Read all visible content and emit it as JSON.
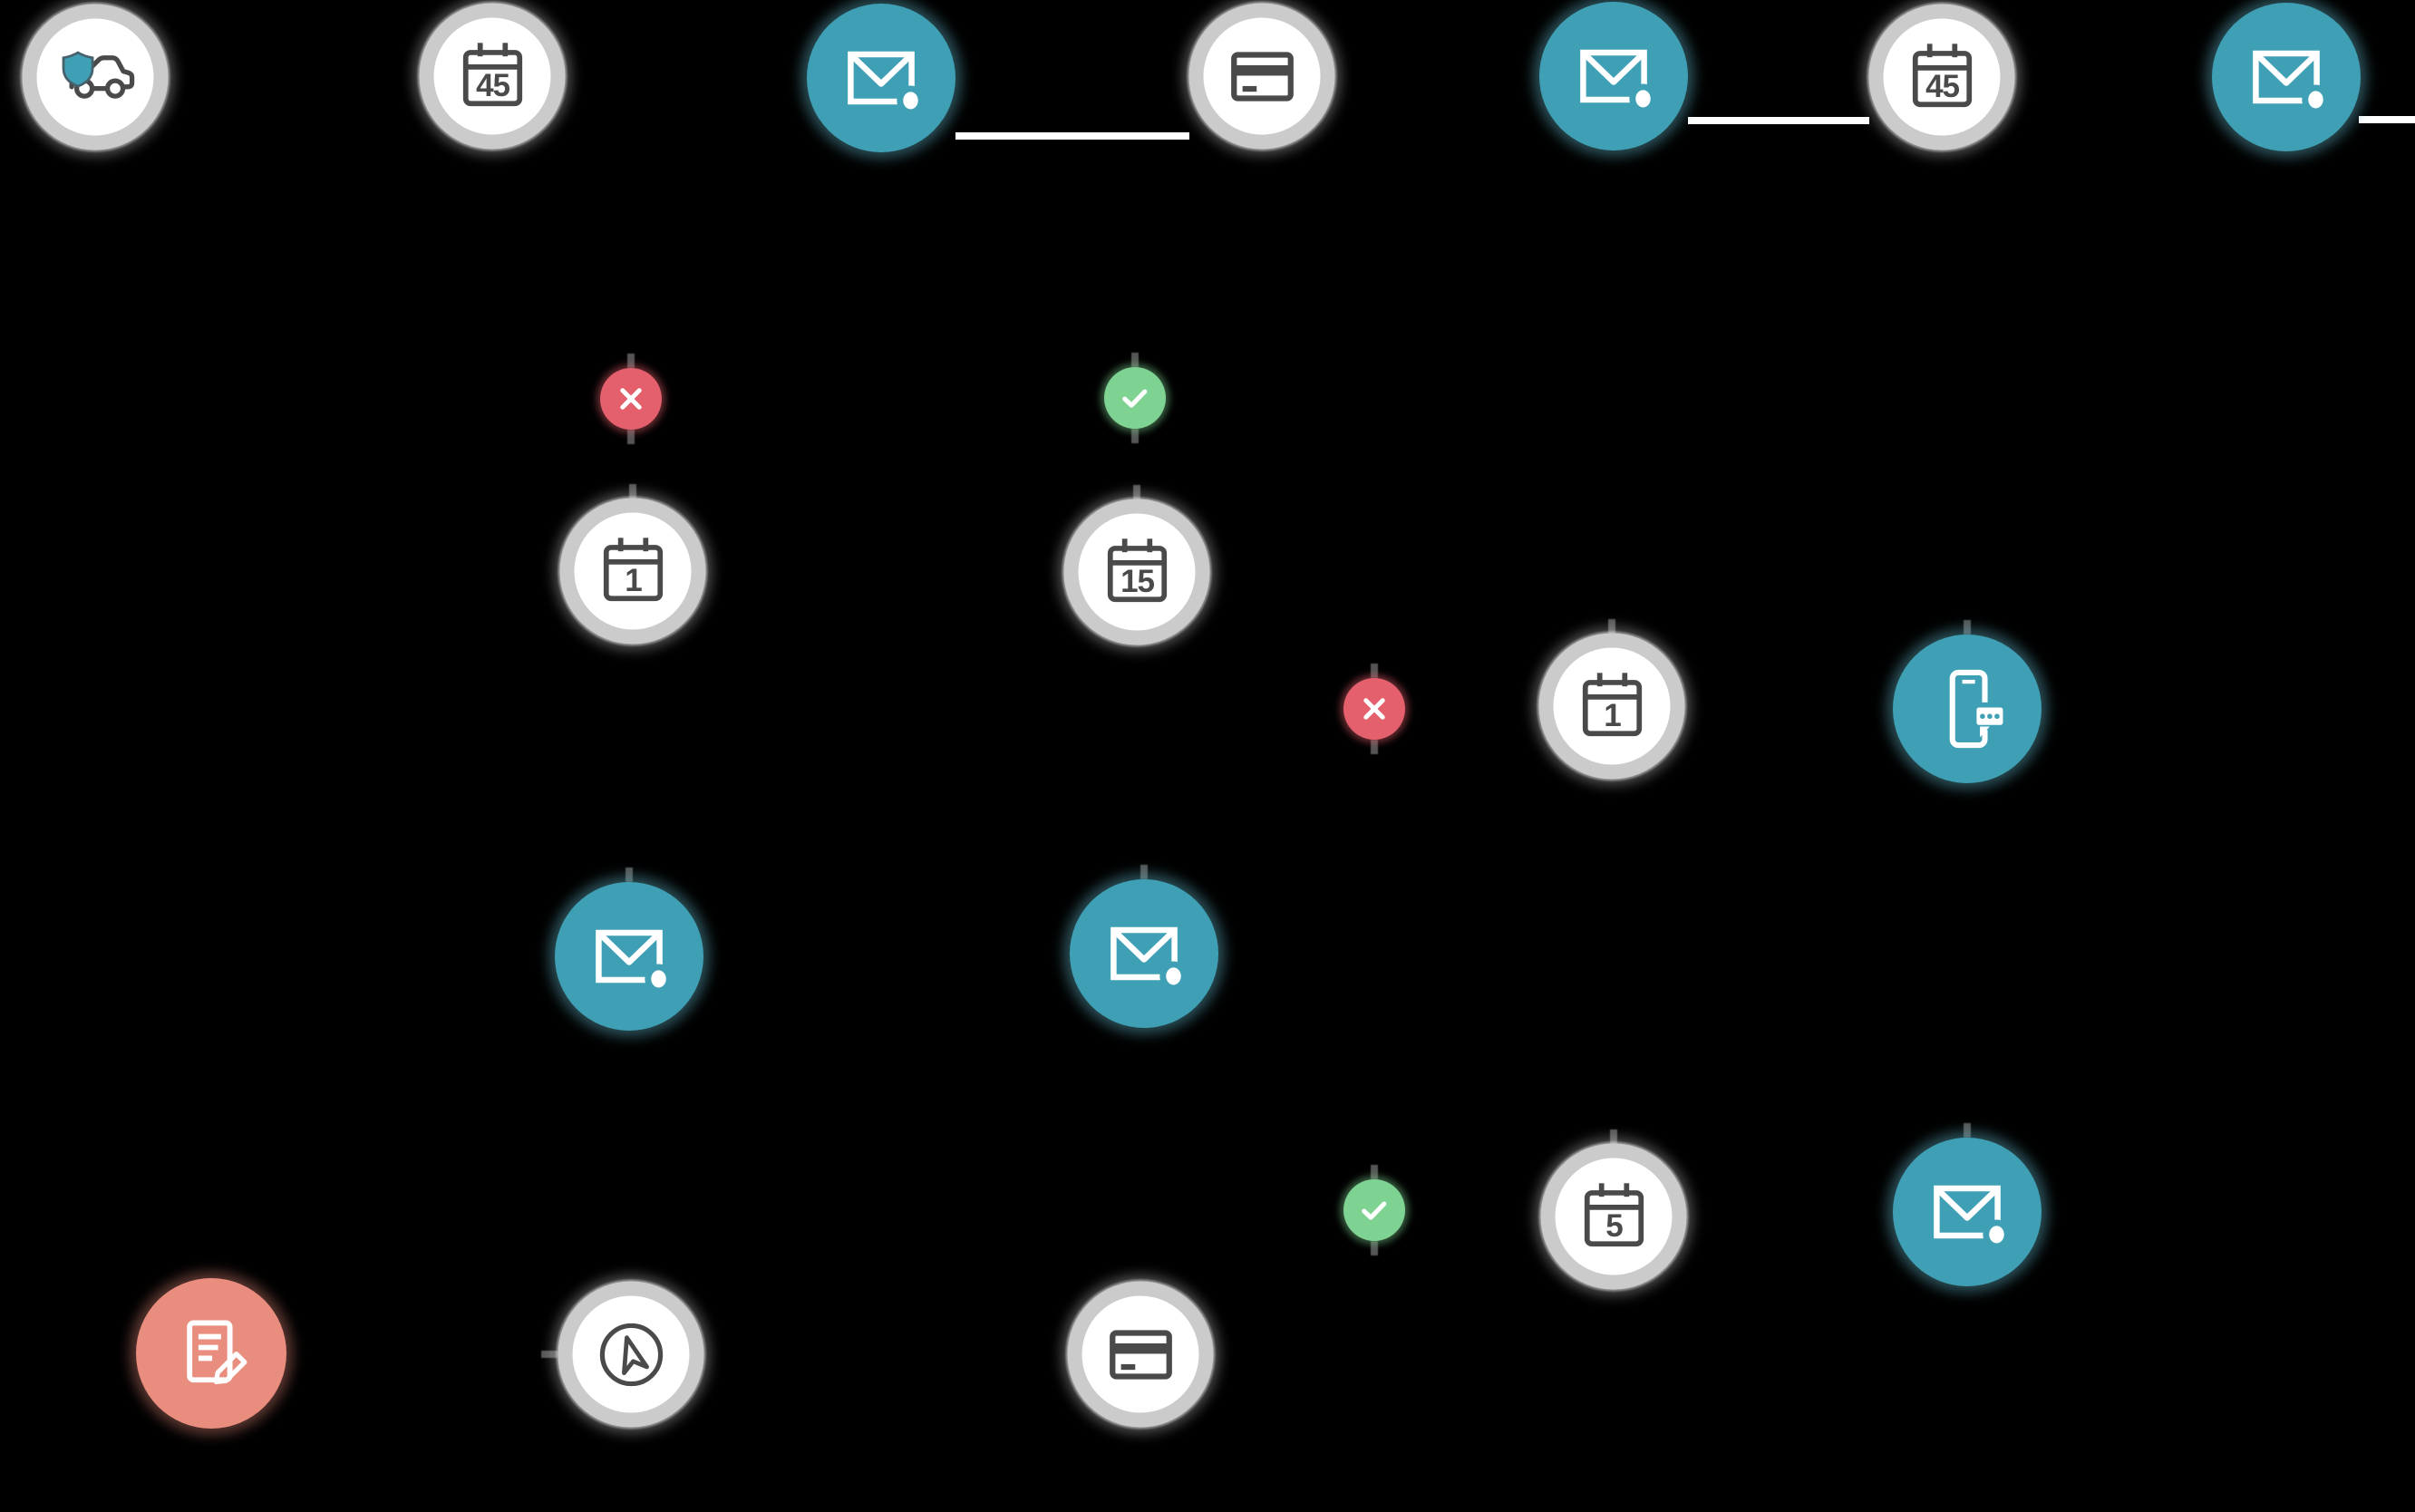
{
  "diagram": {
    "kind": "marketing-automation-workflow",
    "background": "#000000"
  },
  "palette": {
    "teal": "#3FA0B5",
    "ring_gray": "#CBCBCB",
    "node_white": "#FFFFFF",
    "icon_dark": "#4A4A4A",
    "badge_red": "#E4606C",
    "badge_green": "#7FD392",
    "salmon": "#E98D7E",
    "connector_white": "#FFFFFF"
  },
  "nodes": [
    {
      "id": "car-insurance",
      "type": "step-white",
      "icon": "car-shield-icon"
    },
    {
      "id": "wait-45-days-a",
      "type": "step-white",
      "icon": "calendar-icon",
      "label": "45"
    },
    {
      "id": "email-a",
      "type": "step-teal",
      "icon": "email-icon"
    },
    {
      "id": "card-payment-a",
      "type": "step-white",
      "icon": "credit-card-icon"
    },
    {
      "id": "email-b",
      "type": "step-teal",
      "icon": "email-icon"
    },
    {
      "id": "wait-45-days-b",
      "type": "step-white",
      "icon": "calendar-icon",
      "label": "45"
    },
    {
      "id": "email-c",
      "type": "step-teal",
      "icon": "email-icon"
    },
    {
      "id": "fail-a",
      "type": "badge-red",
      "icon": "x-icon"
    },
    {
      "id": "day-1-a",
      "type": "step-white",
      "icon": "calendar-icon",
      "label": "1"
    },
    {
      "id": "success-a",
      "type": "badge-green",
      "icon": "check-icon"
    },
    {
      "id": "day-15",
      "type": "step-white",
      "icon": "calendar-icon",
      "label": "15"
    },
    {
      "id": "fail-b",
      "type": "badge-red",
      "icon": "x-icon"
    },
    {
      "id": "day-1-b",
      "type": "step-white",
      "icon": "calendar-icon",
      "label": "1"
    },
    {
      "id": "sms-message",
      "type": "step-teal",
      "icon": "sms-icon"
    },
    {
      "id": "email-d",
      "type": "step-teal",
      "icon": "email-icon"
    },
    {
      "id": "email-e",
      "type": "step-teal",
      "icon": "email-icon"
    },
    {
      "id": "success-b",
      "type": "badge-green",
      "icon": "check-icon"
    },
    {
      "id": "day-5",
      "type": "step-white",
      "icon": "calendar-icon",
      "label": "5"
    },
    {
      "id": "email-f",
      "type": "step-teal",
      "icon": "email-icon"
    },
    {
      "id": "edit-form",
      "type": "step-salmon",
      "icon": "document-edit-icon"
    },
    {
      "id": "send",
      "type": "step-white",
      "icon": "send-icon"
    },
    {
      "id": "card-payment-b",
      "type": "step-white",
      "icon": "credit-card-icon"
    }
  ],
  "connectors": [
    {
      "from": "email-a",
      "to": "card-payment-a",
      "style": "white-line"
    },
    {
      "from": "email-b",
      "to": "wait-45-days-b",
      "style": "white-line"
    },
    {
      "from": "email-c",
      "to": "right-edge",
      "style": "white-line"
    }
  ]
}
